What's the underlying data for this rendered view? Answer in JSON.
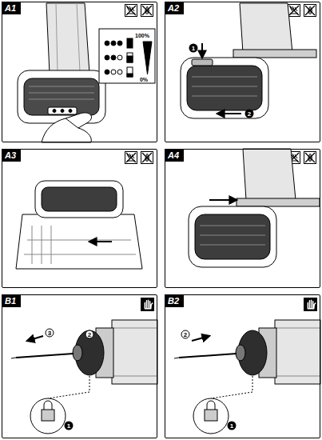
{
  "diagram": {
    "nodes": [
      {
        "text": [
          "A1"
        ]
      },
      {
        "text": [
          "A2"
        ]
      },
      {
        "text": [
          "A3"
        ]
      },
      {
        "text": [
          "A4"
        ]
      },
      {
        "text": [
          "B1"
        ]
      },
      {
        "text": [
          "B2"
        ]
      }
    ],
    "labels": [
      "100%",
      "0%",
      "1",
      "2",
      "3",
      "2",
      "1",
      "2",
      "1"
    ]
  }
}
